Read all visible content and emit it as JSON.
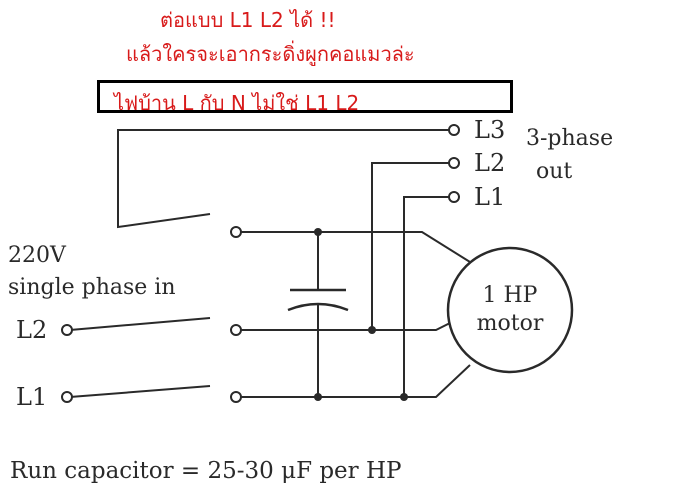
{
  "annotations": {
    "line1": "ต่อแบบ L1 L2 ได้ !!",
    "line2": "แล้วใครจะเอากระดิ่งผูกคอแมวล่ะ",
    "boxed": "ไฟบ้าน L กับ N  ไม่ใช่ L1 L2"
  },
  "diagram": {
    "outputs": [
      "L3",
      "L2",
      "L1"
    ],
    "output_label": [
      "3-phase",
      "out"
    ],
    "input_label": [
      "220V",
      "single phase in"
    ],
    "inputs": [
      "L2",
      "L1"
    ],
    "motor_label": [
      "1 HP",
      "motor"
    ],
    "caption": "Run capacitor = 25-30 μF per HP"
  }
}
